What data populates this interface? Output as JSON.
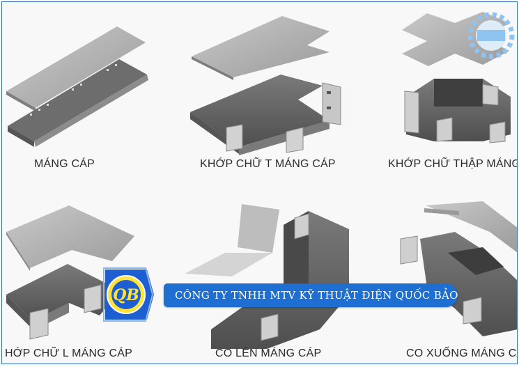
{
  "captions": {
    "cable_tray": "MÁNG CÁP",
    "tee": "KHỚP CHỮ T MÁNG CÁP",
    "cross": "KHỚP CHỮ THẬP MÁNG C",
    "elbow": "HỚP CHỮ L MÁNG CÁP",
    "riser_up": "CO LÊN MÁNG CÁP",
    "riser_down": "CO XUỐNG MÁNG CA"
  },
  "banner": {
    "company": "CÔNG TY TNHH MTV KỸ THUẬT ĐIỆN QUỐC BẢO"
  },
  "logo": {
    "monogram": "QB"
  },
  "colors": {
    "banner_blue": "#1e6fd1",
    "logo_yellow": "#ffe23a",
    "logo_blue": "#1d5fd0",
    "metal_dark": "#6b6b6b",
    "metal_light": "#bdbdbd"
  }
}
